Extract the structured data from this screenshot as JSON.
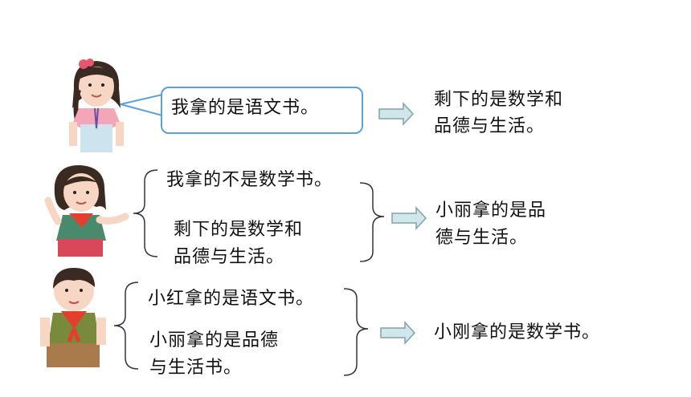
{
  "row1": {
    "speech": "我拿的是语文书。",
    "conclusion": [
      "剩下的是数学和",
      "品德与生活。"
    ]
  },
  "row2": {
    "premises": [
      "我拿的不是数学书。",
      "剩下的是数学和",
      "品德与生活。"
    ],
    "conclusion": [
      "小丽拿的是品",
      "德与生活。"
    ]
  },
  "row3": {
    "premises": [
      "小红拿的是语文书。",
      "小丽拿的是品德",
      "与生活书。"
    ],
    "conclusion": "小刚拿的是数学书。"
  },
  "colors": {
    "bubble_border": "#5aa0dc",
    "arrow_fill": "#cfe6ea",
    "arrow_stroke": "#7fa4a9",
    "brace": "#333333"
  }
}
